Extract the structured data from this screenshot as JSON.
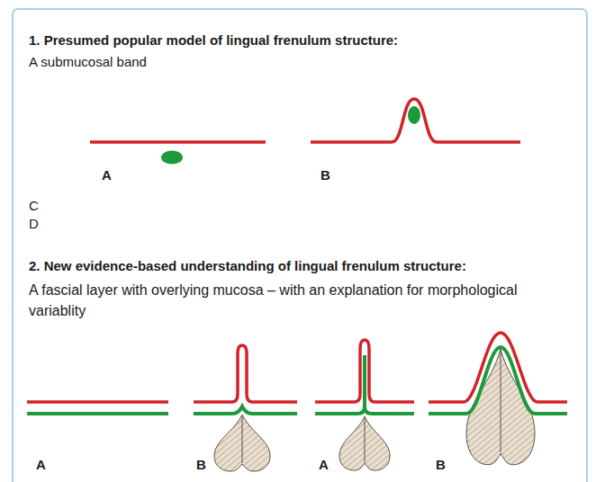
{
  "diagram": {
    "labels": [
      "1. Presumed popular model of lingual frenulum structure:",
      "A submucosal band",
      "A",
      "B",
      "2. New evidence-based understanding of lingual frenulum structure:",
      "A fascial layer with overlying mucosa – with an explanation for morphological variablity",
      "A",
      "B",
      "A",
      "B",
      "C",
      "D"
    ]
  }
}
